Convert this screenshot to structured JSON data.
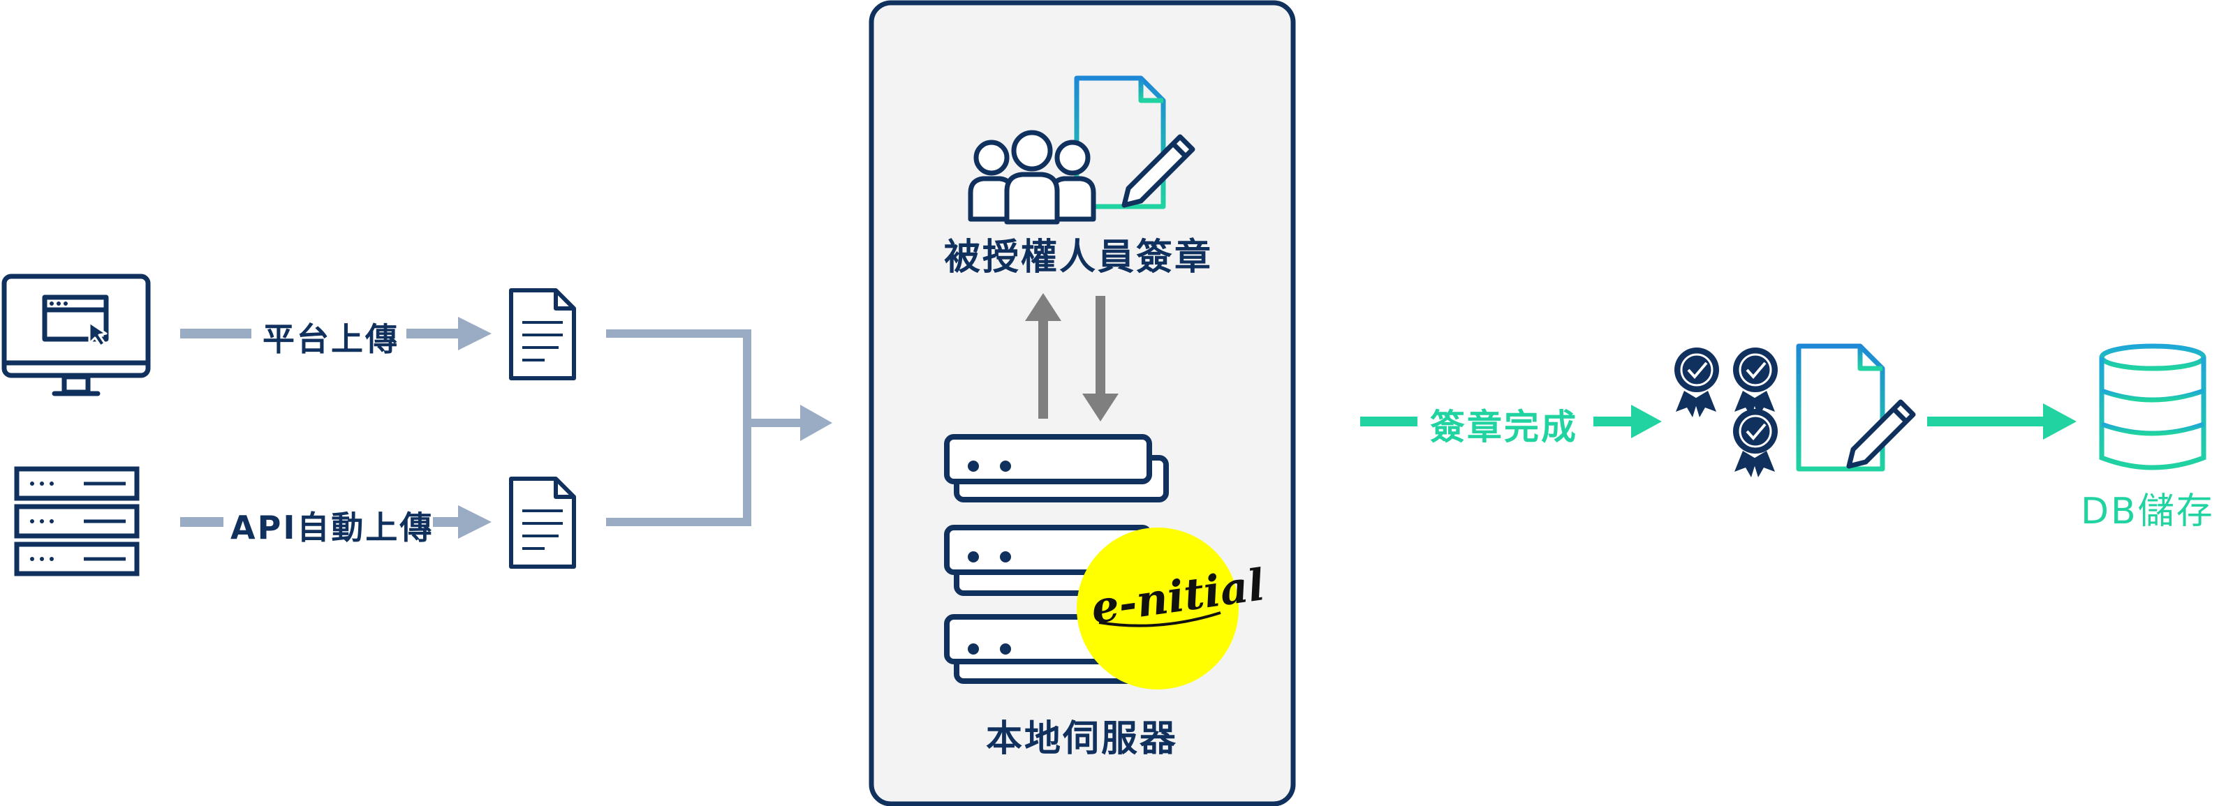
{
  "flow": {
    "upload_platform_label": "平台上傳",
    "upload_api_label": "API自動上傳"
  },
  "center": {
    "signers_label": "被授權人員簽章",
    "server_label": "本地伺服器",
    "logo_text": "e-nitial"
  },
  "output": {
    "sign_done_label": "簽章完成",
    "db_label": "DB儲存"
  },
  "colors": {
    "navy": "#10305e",
    "slate_arrow": "#9aabc4",
    "gray_arrow": "#7f7f7f",
    "green": "#20d3a0",
    "teal": "#16b2c9",
    "panel_bg": "#f3f3f3",
    "logo_yellow": "#ffff00"
  }
}
